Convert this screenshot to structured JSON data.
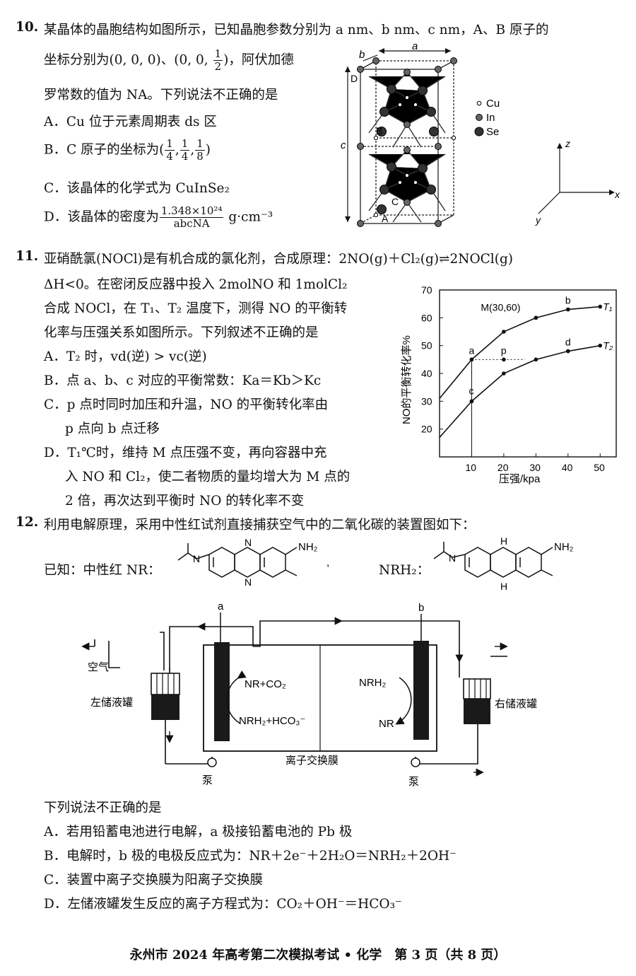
{
  "q10": {
    "number": "10.",
    "stem1": "某晶体的晶胞结构如图所示，已知晶胞参数分别为 a nm、b nm、c nm，A、B 原子的",
    "stem2_pre": "坐标分别为(0, 0, 0)、(0, 0, ",
    "stem2_num": "1",
    "stem2_den": "2",
    "stem2_post": ")，阿伏加德",
    "stem3": "罗常数的值为 NA。下列说法不正确的是",
    "optA": "A．Cu 位于元素周期表 ds 区",
    "optB_pre": "B．C 原子的坐标为(",
    "optB_f1n": "1",
    "optB_f1d": "4",
    "optB_f2n": "1",
    "optB_f2d": "4",
    "optB_f3n": "1",
    "optB_f3d": "8",
    "optB_post": ")",
    "optC": "C．该晶体的化学式为 CuInSe₂",
    "optD_pre": "D．该晶体的密度为",
    "optD_num": "1.348×10²⁴",
    "optD_den": "abcNA",
    "optD_post": "g·cm⁻³",
    "figure": {
      "labels": [
        "a",
        "b",
        "c",
        "D",
        "B",
        "C",
        "A"
      ],
      "legend": [
        "Cu",
        "In",
        "Se"
      ],
      "axes": [
        "z",
        "x",
        "y"
      ]
    }
  },
  "q11": {
    "number": "11.",
    "line1": "亚硝酰氯(NOCl)是有机合成的氯化剂，合成原理：2NO(g)＋Cl₂(g)⇌2NOCl(g)",
    "line2": "ΔH<0。在密闭反应器中投入 2molNO 和 1molCl₂",
    "line3": "合成 NOCl，在 T₁、T₂ 温度下，测得 NO 的平衡转",
    "line4": "化率与压强关系如图所示。下列叙述不正确的是",
    "optA": "A．T₂ 时，vd(逆) > vc(逆)",
    "optB": "B．点 a、b、c 对应的平衡常数：Ka＝Kb＞Kc",
    "optC1": "C．p 点时同时加压和升温，NO 的平衡转化率由",
    "optC2": "p 点向 b 点迁移",
    "optD1": "D．T₁℃时，维持 M 点压强不变，再向容器中充",
    "optD2": "入 NO 和 Cl₂，使二者物质的量均增大为 M 点的",
    "optD3": "2 倍，再次达到平衡时 NO 的转化率不变"
  },
  "chart_data": {
    "type": "line",
    "xlabel": "压强/kpa",
    "ylabel": "NO的平衡转化率%",
    "xlim": [
      0,
      55
    ],
    "ylim": [
      10,
      70
    ],
    "xticks": [
      10,
      20,
      30,
      40,
      50
    ],
    "yticks": [
      20,
      30,
      40,
      50,
      60,
      70
    ],
    "series": [
      {
        "name": "T1",
        "x": [
          0,
          10,
          20,
          30,
          40,
          50
        ],
        "y": [
          31,
          45,
          55,
          60,
          63,
          64
        ]
      },
      {
        "name": "T2",
        "x": [
          0,
          10,
          20,
          30,
          40,
          50
        ],
        "y": [
          17,
          30,
          40,
          45,
          48,
          50
        ]
      }
    ],
    "points": [
      {
        "label": "a",
        "x": 10,
        "y": 45
      },
      {
        "label": "b",
        "x": 40,
        "y": 63
      },
      {
        "label": "c",
        "x": 10,
        "y": 30
      },
      {
        "label": "d",
        "x": 40,
        "y": 48
      },
      {
        "label": "p",
        "x": 20,
        "y": 45
      },
      {
        "label": "M(30,60)",
        "x": 30,
        "y": 60
      }
    ],
    "series_labels": [
      "T₁",
      "T₂"
    ]
  },
  "q12": {
    "number": "12.",
    "stem": "利用电解原理，采用中性红试剂直接捕获空气中的二氧化碳的装置图如下：",
    "known": "已知：中性红 NR：",
    "nrh2": "NRH₂：",
    "nh2": "NH₂",
    "h": "H",
    "n": "N",
    "device": {
      "a": "a",
      "b": "b",
      "air": "空气",
      "left_tank": "左储液罐",
      "right_tank": "右储液罐",
      "eq_left_top": "NR+CO₂",
      "eq_left_bot": "NRH₂+HCO₃⁻",
      "eq_right_top": "NRH₂",
      "eq_right_bot": "NR",
      "membrane": "离子交换膜",
      "pump": "泵"
    },
    "prompt": "下列说法不正确的是",
    "optA": "A．若用铅蓄电池进行电解，a 极接铅蓄电池的 Pb 极",
    "optB": "B．电解时，b 极的电极反应式为：NR＋2e⁻＋2H₂O＝NRH₂＋2OH⁻",
    "optC": "C．装置中离子交换膜为阳离子交换膜",
    "optD": "D．左储液罐发生反应的离子方程式为：CO₂＋OH⁻＝HCO₃⁻"
  },
  "footer": "永州市 2024 年高考第二次模拟考试 • 化学　第 3 页（共 8 页）"
}
